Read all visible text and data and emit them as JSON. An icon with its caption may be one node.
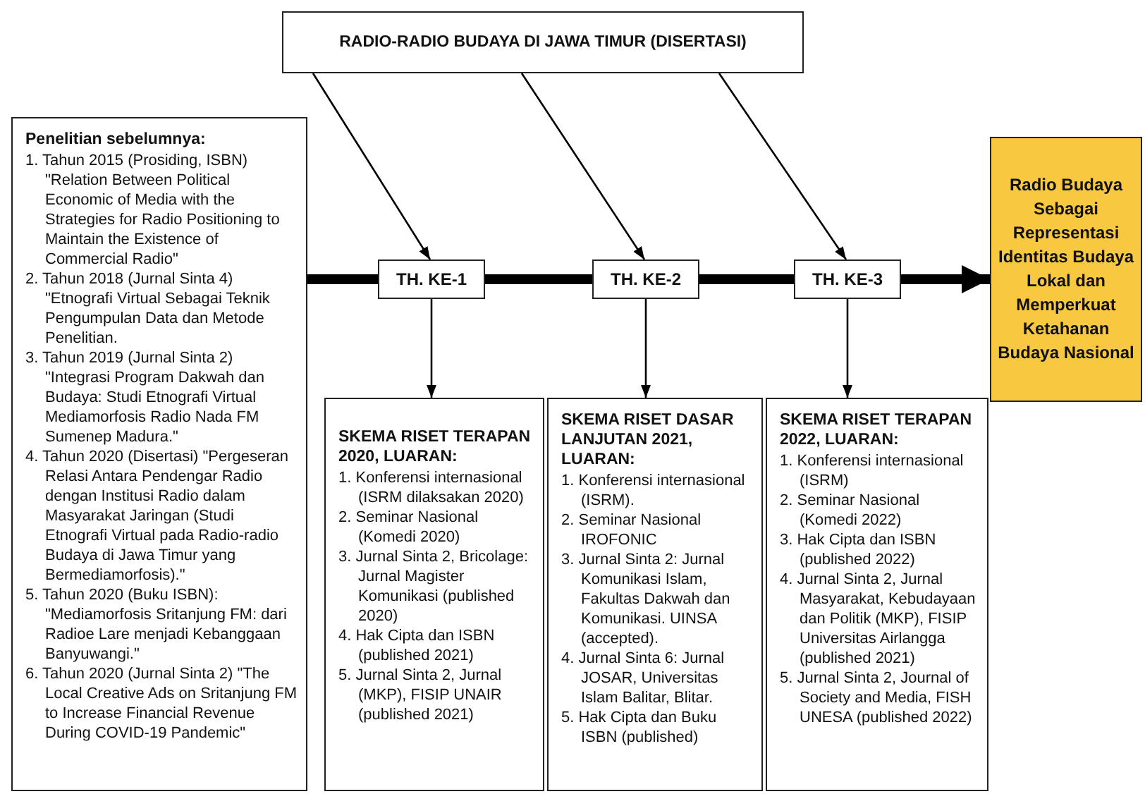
{
  "diagram": {
    "nodes": [
      {
        "text": [
          "RADIO-RADIO BUDAYA DI JAWA TIMUR (DISERTASI)"
        ]
      },
      {
        "text": [
          "Penelitian sebelumnya:",
          "1. Tahun 2015 (Prosiding, ISBN) \"Relation Between Political Economic of Media with the Strategies for Radio Positioning to Maintain the Existence of Commercial Radio\"",
          "2. Tahun 2018 (Jurnal Sinta 4) \"Etnografi Virtual Sebagai Teknik Pengumpulan Data dan Metode Penelitian.",
          "3. Tahun 2019 (Jurnal Sinta 2) \"Integrasi Program Dakwah dan Budaya: Studi Etnografi Virtual Mediamorfosis Radio Nada FM Sumenep Madura.\"",
          "4. Tahun 2020 (Disertasi) \"Pergeseran Relasi Antara Pendengar Radio dengan Institusi Radio dalam Masyarakat Jaringan (Studi Etnografi Virtual pada Radio-radio Budaya di Jawa Timur yang Bermediamorfosis).\"",
          "5. Tahun 2020 (Buku ISBN): \"Mediamorfosis Sritanjung FM: dari Radioe Lare menjadi Kebanggaan Banyuwangi.\"",
          "6. Tahun 2020 (Jurnal Sinta 2) \"The Local Creative Ads on Sritanjung FM to Increase Financial Revenue During COVID-19 Pandemic\""
        ]
      },
      {
        "text": [
          "TH. KE-1"
        ]
      },
      {
        "text": [
          "TH. KE-2"
        ]
      },
      {
        "text": [
          "TH. KE-3"
        ]
      },
      {
        "text": [
          "Radio Budaya Sebagai Representasi Identitas Budaya Lokal dan Memperkuat Ketahanan Budaya Nasional"
        ]
      },
      {
        "text": [
          "SKEMA RISET TERAPAN 2020, LUARAN:",
          "1. Konferensi internasional (ISRM dilaksakan 2020)",
          "2. Seminar Nasional (Komedi 2020)",
          "3. Jurnal Sinta 2, Bricolage: Jurnal Magister Komunikasi (published 2020)",
          "4. Hak Cipta dan ISBN (published 2021)",
          "5. Jurnal Sinta 2, Jurnal (MKP), FISIP UNAIR (published 2021)"
        ]
      },
      {
        "text": [
          "SKEMA RISET DASAR LANJUTAN 2021, LUARAN:",
          "1. Konferensi internasional (ISRM).",
          "2. Seminar Nasional IROFONIC",
          "3. Jurnal Sinta 2: Jurnal Komunikasi Islam, Fakultas Dakwah dan Komunikasi. UINSA (accepted).",
          "4. Jurnal Sinta 6: Jurnal JOSAR, Universitas Islam Balitar, Blitar.",
          "5. Hak Cipta dan Buku ISBN (published)"
        ]
      },
      {
        "text": [
          "SKEMA RISET TERAPAN 2022, LUARAN:",
          "1. Konferensi internasional (ISRM)",
          "2. Seminar Nasional (Komedi 2022)",
          "3. Hak Cipta dan ISBN (published 2022)",
          "4. Jurnal Sinta 2, Jurnal Masyarakat, Kebudayaan dan Politik (MKP), FISIP Universitas Airlangga (published 2021)",
          "5. Jurnal Sinta 2, Journal of Society and Media, FISH UNESA (published 2022)"
        ]
      }
    ],
    "edges": [
      {
        "from": 1,
        "to": 2,
        "arrow": "none",
        "style": "thick"
      },
      {
        "from": 2,
        "to": 3,
        "arrow": "none",
        "style": "thick"
      },
      {
        "from": 3,
        "to": 4,
        "arrow": "none",
        "style": "thick"
      },
      {
        "from": 4,
        "to": 5,
        "arrow": "to",
        "style": "thick"
      },
      {
        "from": 0,
        "to": 2,
        "arrow": "to"
      },
      {
        "from": 0,
        "to": 3,
        "arrow": "to"
      },
      {
        "from": 0,
        "to": 4,
        "arrow": "to"
      },
      {
        "from": 2,
        "to": 6,
        "arrow": "to"
      },
      {
        "from": 3,
        "to": 7,
        "arrow": "to"
      },
      {
        "from": 4,
        "to": 8,
        "arrow": "to"
      }
    ]
  }
}
